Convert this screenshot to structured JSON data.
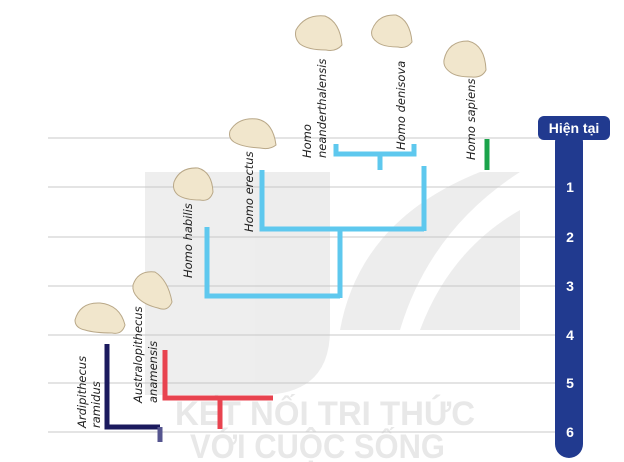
{
  "time_axis": {
    "header": "Hiện tại",
    "ticks": [
      "1",
      "2",
      "3",
      "4",
      "5",
      "6"
    ],
    "color": "#213a8f"
  },
  "species": {
    "ardipithecus": [
      "Ardipithecus",
      "ramidus"
    ],
    "australopithecus": [
      "Australopithecus",
      "anamensis"
    ],
    "habilis": "Homo habilis",
    "erectus": "Homo erectus",
    "neanderthalensis": [
      "Homo",
      "neanderthalensis"
    ],
    "denisova": "Homo denisova",
    "sapiens": "Homo sapiens"
  },
  "watermark": [
    "KẾT NỐI TRI THỨC",
    "VỚI CUỘC SỐNG"
  ],
  "colors": {
    "ardipithecus": "#1b1a5e",
    "australopithecus": "#e8434f",
    "homo": "#5ec8ee",
    "sapiens": "#1aa34a",
    "grid": "#c8c8c8",
    "skull": "#f1e6cc"
  }
}
